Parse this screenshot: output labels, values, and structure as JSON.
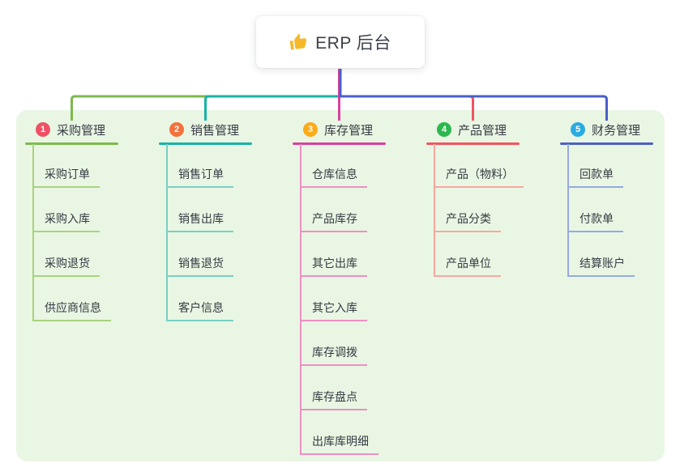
{
  "root": {
    "label": "ERP 后台",
    "icon": "thumbs-up-icon",
    "icon_color": "#f5b928"
  },
  "branches": [
    {
      "number": "1",
      "label": "采购管理",
      "badge_color": "#ef5164",
      "line_color": "#7cb94e",
      "child_line_color": "#a9d37e",
      "children": [
        "采购订单",
        "采购入库",
        "采购退货",
        "供应商信息"
      ]
    },
    {
      "number": "2",
      "label": "销售管理",
      "badge_color": "#f3713c",
      "line_color": "#17b3a5",
      "child_line_color": "#76d0c4",
      "children": [
        "销售订单",
        "销售出库",
        "销售退货",
        "客户信息"
      ]
    },
    {
      "number": "3",
      "label": "库存管理",
      "badge_color": "#fbab19",
      "line_color": "#d8409f",
      "child_line_color": "#ee8fc5",
      "children": [
        "仓库信息",
        "产品库存",
        "其它出库",
        "其它入库",
        "库存调拨",
        "库存盘点",
        "出库库明细"
      ]
    },
    {
      "number": "4",
      "label": "产品管理",
      "badge_color": "#2db84f",
      "line_color": "#f4525f",
      "child_line_color": "#f7a7a1",
      "children": [
        "产品（物料）",
        "产品分类",
        "产品单位"
      ]
    },
    {
      "number": "5",
      "label": "财务管理",
      "badge_color": "#29abe2",
      "line_color": "#4a5fc9",
      "child_line_color": "#97a9e1",
      "children": [
        "回款单",
        "付款单",
        "结算账户"
      ]
    }
  ],
  "colors": {
    "panel_background": "#e9f6e3",
    "trunk_line": "#4a5fc9",
    "text": "#363b44",
    "card_background": "#ffffff"
  }
}
